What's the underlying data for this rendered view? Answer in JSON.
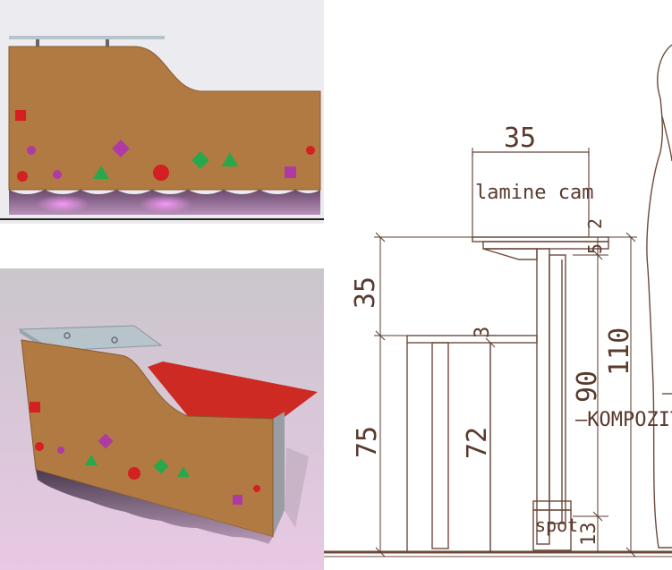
{
  "colors": {
    "wood": "#b07a42",
    "wood_dark": "#8a5a2a",
    "counter_red": "#cc2a22",
    "glass": "#b8c4cc",
    "shape_red": "#d42020",
    "shape_green": "#27a84a",
    "shape_magenta": "#b03aa4",
    "line_brown": "#6e4a3c",
    "skirt_glow": "#e070e0"
  },
  "drawing": {
    "dim_top_width": "35",
    "label_glass": "lamine cam",
    "dim_small_2": "2",
    "dim_small_5": "5",
    "dim_upper_height": "35",
    "dim_desk_3": "3",
    "dim_total": "110",
    "dim_90": "90",
    "label_material": "–KOMPOZIT",
    "dim_75": "75",
    "dim_72": "72",
    "label_spot": "spot",
    "dim_13": "13"
  }
}
